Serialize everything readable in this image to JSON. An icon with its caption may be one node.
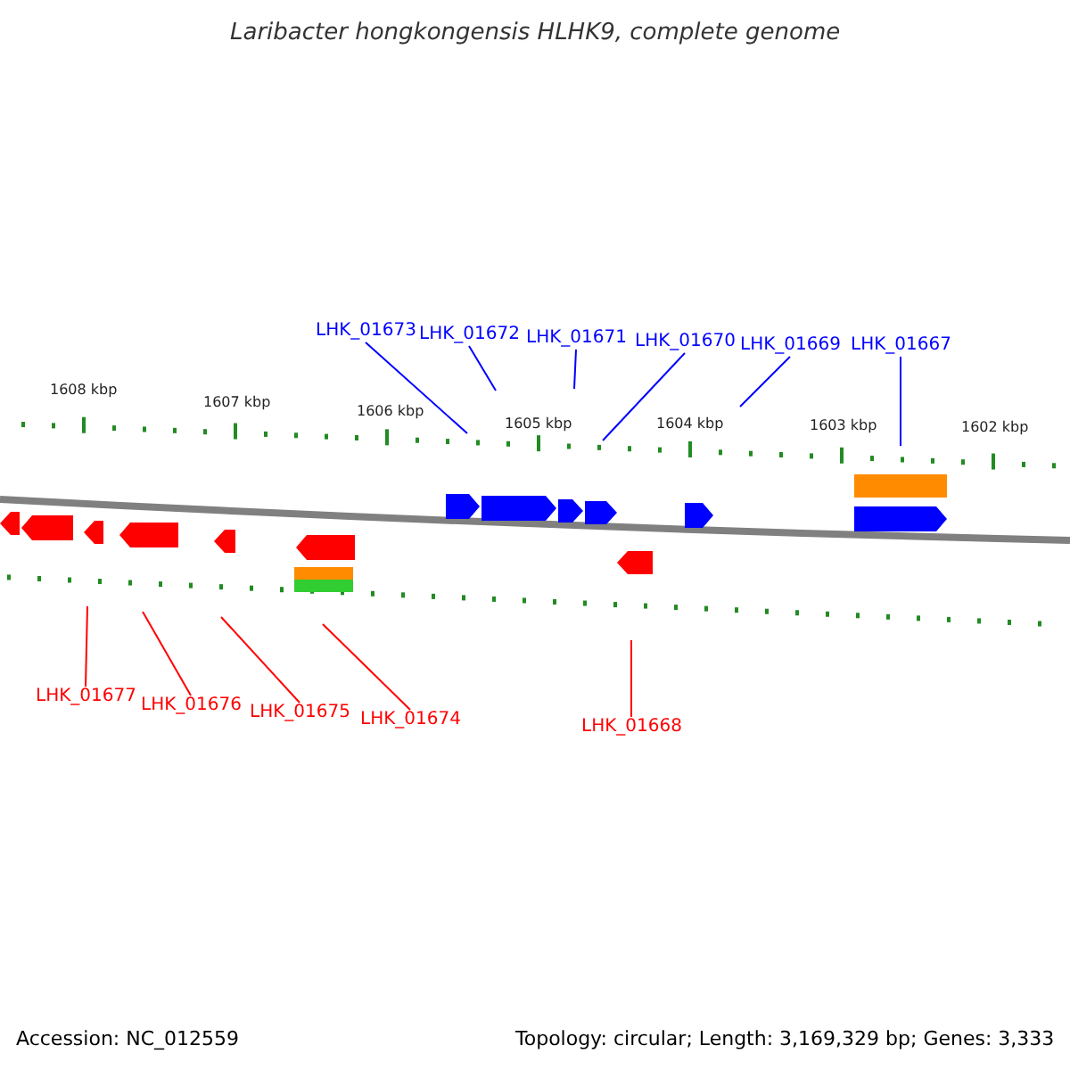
{
  "diagram": {
    "title": "Laribacter hongkongensis HLHK9, complete genome",
    "nodes": [
      {
        "text": [
          "LHK_01673"
        ]
      },
      {
        "text": [
          "LHK_01672"
        ]
      },
      {
        "text": [
          "LHK_01671"
        ]
      },
      {
        "text": [
          "LHK_01670"
        ]
      },
      {
        "text": [
          "LHK_01669"
        ]
      },
      {
        "text": [
          "LHK_01667"
        ]
      },
      {
        "text": [
          "LHK_01677"
        ]
      },
      {
        "text": [
          "LHK_01676"
        ]
      },
      {
        "text": [
          "LHK_01675"
        ]
      },
      {
        "text": [
          "LHK_01674"
        ]
      },
      {
        "text": [
          "LHK_01668"
        ]
      }
    ],
    "edges": [
      {
        "from": 0,
        "to": null,
        "arrow": "none"
      },
      {
        "from": 1,
        "to": null,
        "arrow": "none"
      },
      {
        "from": 2,
        "to": null,
        "arrow": "none"
      },
      {
        "from": 3,
        "to": null,
        "arrow": "none"
      },
      {
        "from": 4,
        "to": null,
        "arrow": "none"
      },
      {
        "from": 5,
        "to": null,
        "arrow": "none"
      },
      {
        "from": 6,
        "to": null,
        "arrow": "none",
        "color": "#ff0000"
      },
      {
        "from": 7,
        "to": null,
        "arrow": "none",
        "color": "#ff0000"
      },
      {
        "from": 8,
        "to": null,
        "arrow": "none",
        "color": "#ff0000"
      },
      {
        "from": 9,
        "to": null,
        "arrow": "none",
        "color": "#ff0000"
      },
      {
        "from": 10,
        "to": null,
        "arrow": "none",
        "color": "#ff0000"
      }
    ],
    "labels": [
      "1608 kbp",
      "1607 kbp",
      "1606 kbp",
      "1605 kbp",
      "1604 kbp",
      "1603 kbp",
      "1602 kbp",
      "Accession: NC_012559",
      "Topology: circular; Length: 3,169,329 bp; Genes: 3,333"
    ]
  }
}
